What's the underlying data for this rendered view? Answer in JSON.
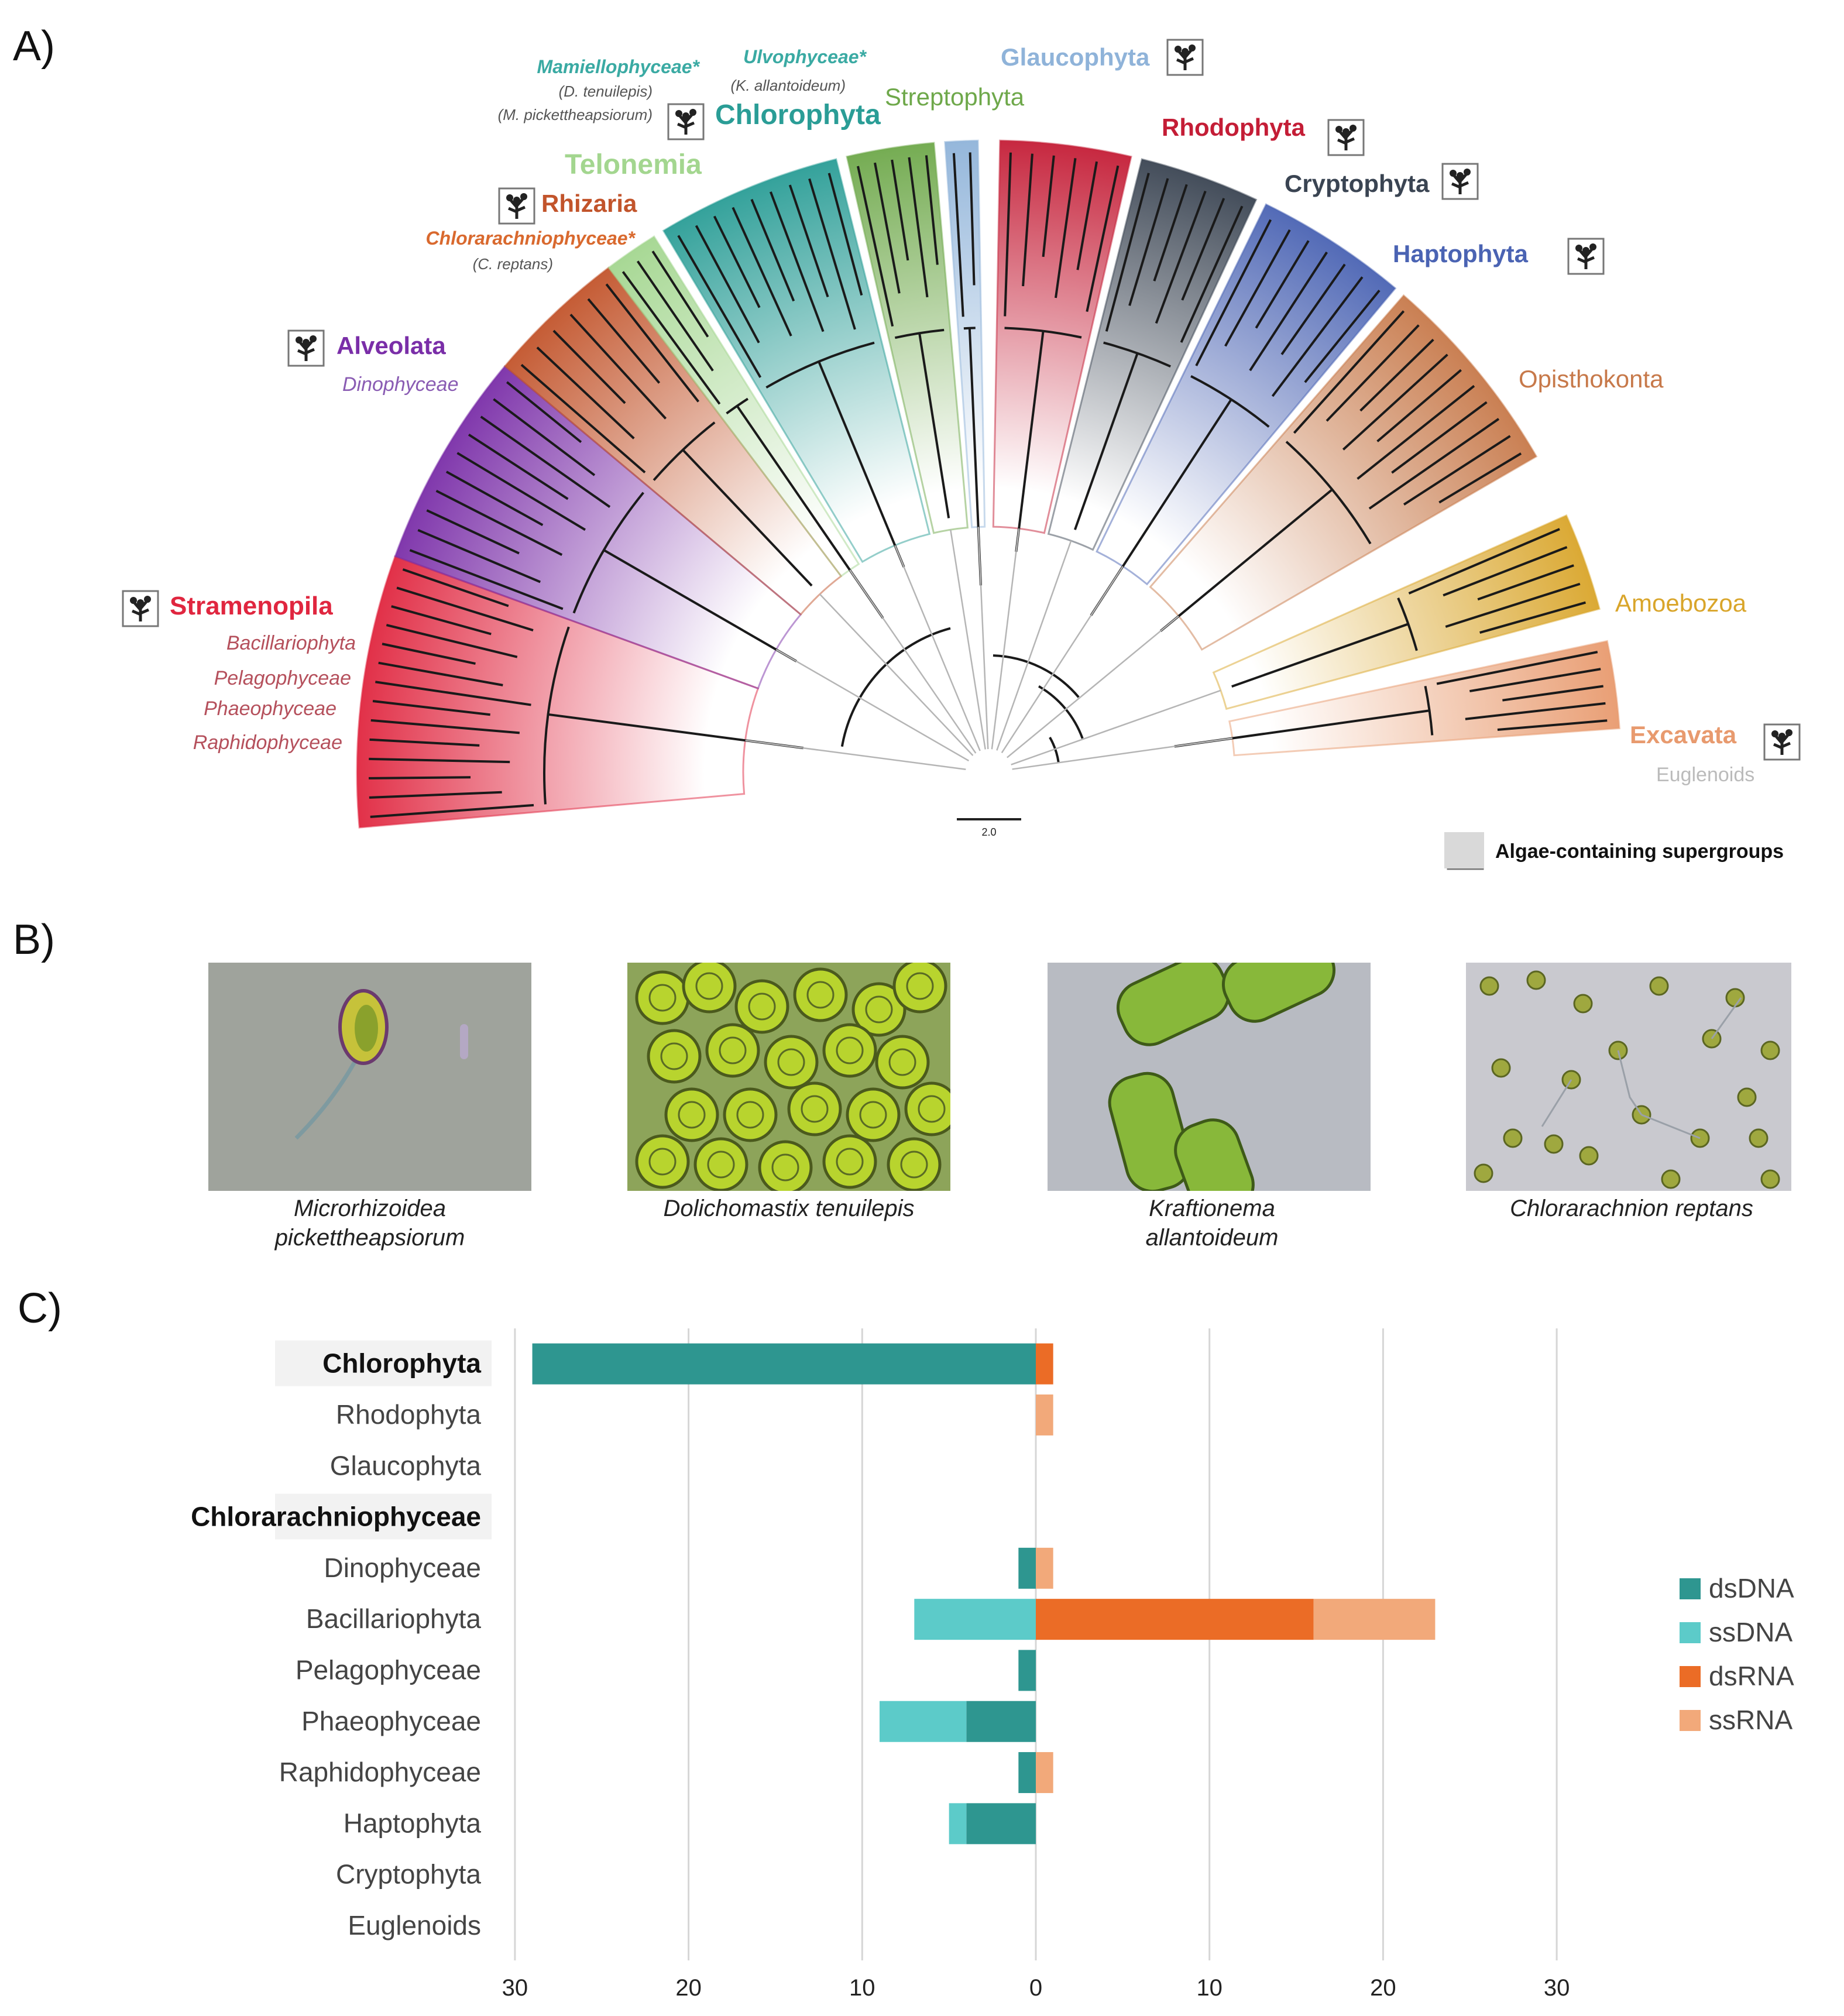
{
  "panels": {
    "a": "A)",
    "b": "B)",
    "c": "C)"
  },
  "tree": {
    "scale_label": "2.0",
    "legend_label": "Algae-containing supergroups",
    "clades": [
      {
        "name": "Stramenopila",
        "color": "#e0263f",
        "sub": [
          "Bacillariophyta",
          "Pelagophyceae",
          "Phaeophyceae",
          "Raphidophyceae"
        ]
      },
      {
        "name": "Alveolata",
        "color": "#7a2ea8",
        "sub": [
          "Dinophyceae"
        ]
      },
      {
        "name": "Rhizaria",
        "color": "#c2542b",
        "sub": []
      },
      {
        "name": "Telonemia",
        "color": "#a3d68f",
        "sub": []
      },
      {
        "name": "Chlorophyta",
        "color": "#2a9d96",
        "sub": []
      },
      {
        "name": "Streptophyta",
        "color": "#6ea84a",
        "sub": []
      },
      {
        "name": "Glaucophyta",
        "color": "#8fb3d9",
        "sub": []
      },
      {
        "name": "Rhodophyta",
        "color": "#c41d36",
        "sub": []
      },
      {
        "name": "Cryptophyta",
        "color": "#3a4452",
        "sub": []
      },
      {
        "name": "Haptophyta",
        "color": "#4a63b3",
        "sub": []
      },
      {
        "name": "Opisthokonta",
        "color": "#c7794a",
        "sub": []
      },
      {
        "name": "Amoebozoa",
        "color": "#d9a52a",
        "sub": []
      },
      {
        "name": "Excavata",
        "color": "#e89a6e",
        "sub": [
          "Euglenoids"
        ]
      }
    ],
    "annotations": {
      "chlorarachniophyceae": "Chlorarachniophyceae*",
      "c_reptans": "(C. reptans)",
      "mamiellophyceae": "Mamiellophyceae*",
      "d_tenuilepis": "(D. tenuilepis)",
      "m_pickettheapsiorum": "(M. pickettheapsiorum)",
      "ulvophyceae": "Ulvophyceae*",
      "k_allantoideum": "(K. allantoideum)"
    }
  },
  "photos": [
    {
      "caption_line1": "Microrhizoidea",
      "caption_line2": "pickettheapsiorum"
    },
    {
      "caption_line1": "Dolichomastix tenuilepis",
      "caption_line2": ""
    },
    {
      "caption_line1": "Kraftionema",
      "caption_line2": "allantoideum"
    },
    {
      "caption_line1": "Chlorarachnion reptans",
      "caption_line2": ""
    }
  ],
  "chart_data": {
    "type": "bar",
    "orientation": "horizontal-diverging",
    "title": "",
    "xlabel": "",
    "ylabel": "",
    "xlim": [
      -30,
      30
    ],
    "x_ticks": [
      30,
      20,
      10,
      0,
      10,
      20,
      30
    ],
    "grid": true,
    "legend_position": "right",
    "categories": [
      "Chlorophyta",
      "Rhodophyta",
      "Glaucophyta",
      "Chlorarachniophyceae",
      "Dinophyceae",
      "Bacillariophyta",
      "Pelagophyceae",
      "Phaeophyceae",
      "Raphidophyceae",
      "Haptophyta",
      "Cryptophyta",
      "Euglenoids"
    ],
    "bold_categories": [
      "Chlorophyta",
      "Chlorarachniophyceae"
    ],
    "series": [
      {
        "name": "dsDNA",
        "color": "#2e9690",
        "side": "left",
        "values": [
          29,
          0,
          0,
          0,
          1,
          0,
          1,
          4,
          1,
          4,
          0,
          0
        ]
      },
      {
        "name": "ssDNA",
        "color": "#5ccbc9",
        "side": "left",
        "values": [
          0,
          0,
          0,
          0,
          0,
          7,
          0,
          5,
          0,
          1,
          0,
          0
        ]
      },
      {
        "name": "dsRNA",
        "color": "#eb6c26",
        "side": "right",
        "values": [
          1,
          0,
          0,
          0,
          0,
          16,
          0,
          0,
          0,
          0,
          0,
          0
        ]
      },
      {
        "name": "ssRNA",
        "color": "#f2a97a",
        "side": "right",
        "values": [
          0,
          1,
          0,
          0,
          1,
          7,
          0,
          0,
          1,
          0,
          0,
          0
        ]
      }
    ]
  }
}
